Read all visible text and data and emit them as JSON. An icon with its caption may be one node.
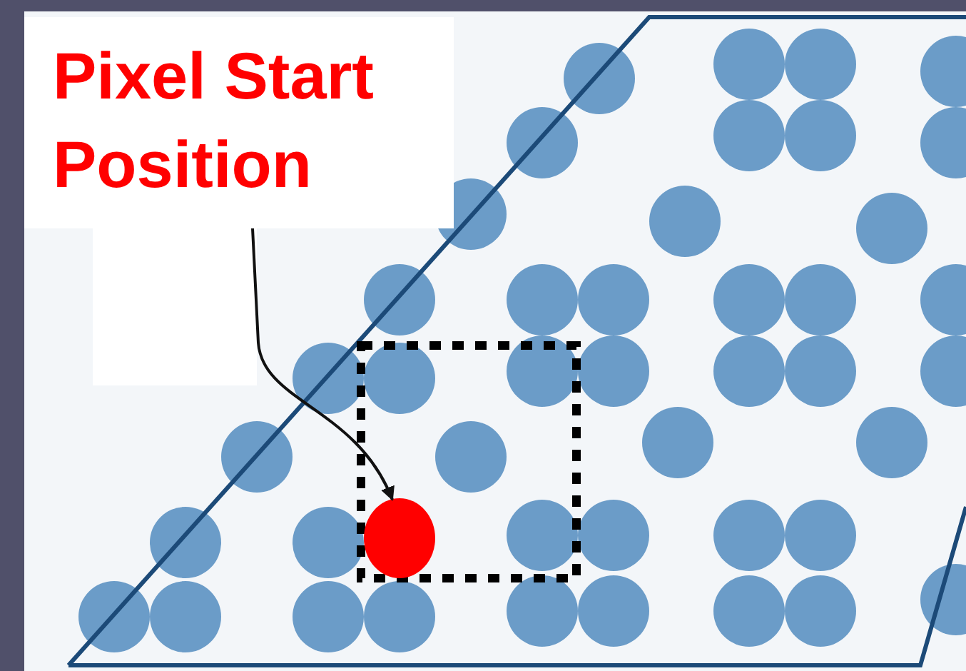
{
  "diagram": {
    "nodes": [
      {
        "text": [
          "Pixel Start Position"
        ]
      },
      {
        "text": [],
        "shape": "circle"
      }
    ],
    "edges": [
      {
        "from": 0,
        "to": 1,
        "arrow": "to"
      }
    ]
  }
}
